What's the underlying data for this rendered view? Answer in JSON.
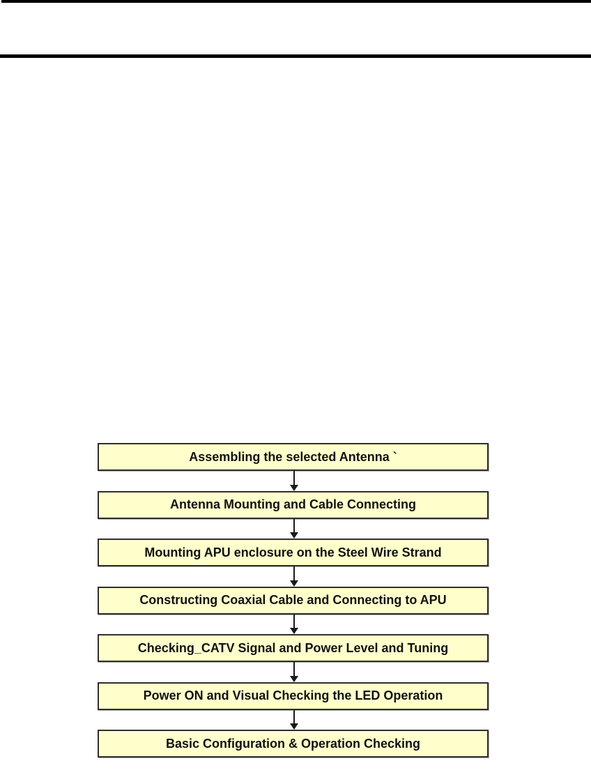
{
  "page": {
    "kind": "document-page-with-flowchart",
    "colors": {
      "page_background": "#ffffff",
      "header_rule": "#000000",
      "box_fill": "#ffffcc",
      "box_border": "#2e2e2e",
      "box_text": "#111111",
      "arrow": "#1a1a1a"
    }
  },
  "flowchart": {
    "steps": [
      {
        "label": "Assembling the selected Antenna `"
      },
      {
        "label": "Antenna Mounting and Cable Connecting"
      },
      {
        "label": "Mounting APU enclosure on the Steel Wire Strand"
      },
      {
        "label": "Constructing Coaxial Cable and Connecting to APU"
      },
      {
        "label": "Checking_CATV Signal and Power Level and Tuning"
      },
      {
        "label": "Power ON and Visual Checking the LED Operation"
      },
      {
        "label": "Basic Configuration & Operation Checking"
      }
    ]
  }
}
